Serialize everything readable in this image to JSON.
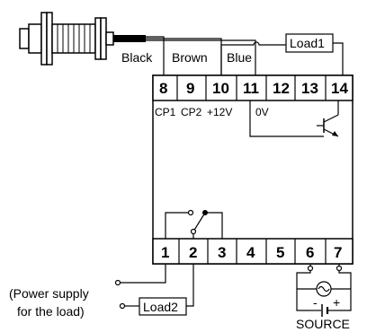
{
  "wire_labels": {
    "black": "Black",
    "brown": "Brown",
    "blue": "Blue"
  },
  "loads": {
    "load1": "Load1",
    "load2": "Load2"
  },
  "terminals_top": [
    "8",
    "9",
    "10",
    "11",
    "12",
    "13",
    "14"
  ],
  "terminals_bottom": [
    "1",
    "2",
    "3",
    "4",
    "5",
    "6",
    "7"
  ],
  "inputs": {
    "cp1": "CP1",
    "cp2": "CP2",
    "v12": "+12V",
    "v0": "0V"
  },
  "power_note": {
    "line1": "(Power supply",
    "line2": "for the load)"
  },
  "source": {
    "label": "SOURCE",
    "minus": "-",
    "plus": "+"
  }
}
